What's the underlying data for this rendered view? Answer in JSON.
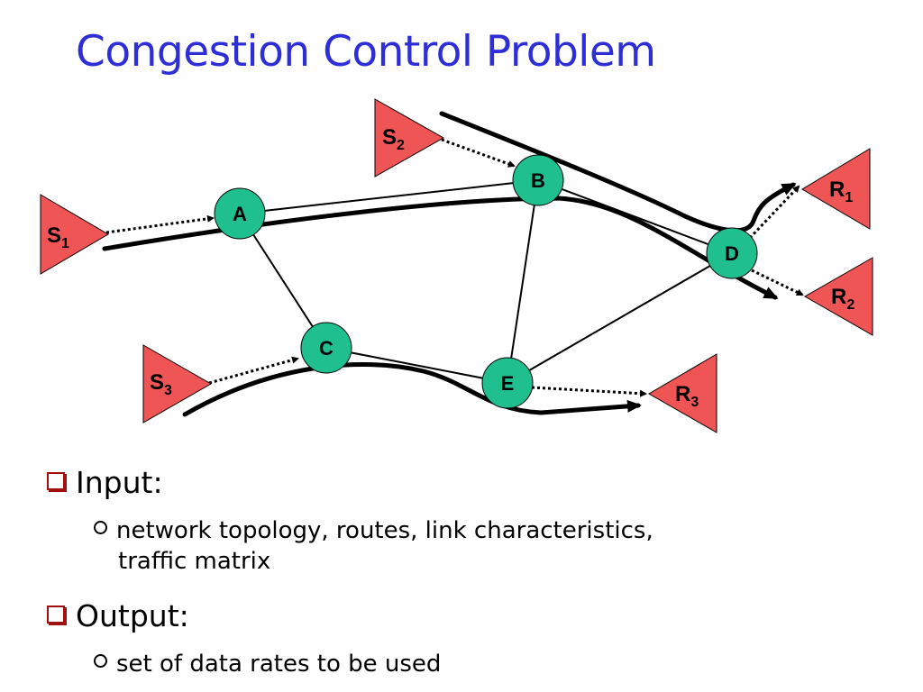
{
  "title": "Congestion Control Problem",
  "nodes": {
    "A": "A",
    "B": "B",
    "C": "C",
    "D": "D",
    "E": "E"
  },
  "sources": {
    "s1": {
      "main": "S",
      "sub": "1"
    },
    "s2": {
      "main": "S",
      "sub": "2"
    },
    "s3": {
      "main": "S",
      "sub": "3"
    }
  },
  "receivers": {
    "r1": {
      "main": "R",
      "sub": "1"
    },
    "r2": {
      "main": "R",
      "sub": "2"
    },
    "r3": {
      "main": "R",
      "sub": "3"
    }
  },
  "colors": {
    "title": "#2e2ed6",
    "node_fill": "#1fbf8f",
    "triangle_fill": "#f05555",
    "bullet_box": "#a01010"
  },
  "bullets": [
    {
      "label": "Input:",
      "sub": [
        "network topology, routes, link characteristics,",
        "traffic matrix"
      ]
    },
    {
      "label": "Output:",
      "sub": [
        "set of data rates to be used"
      ]
    }
  ]
}
